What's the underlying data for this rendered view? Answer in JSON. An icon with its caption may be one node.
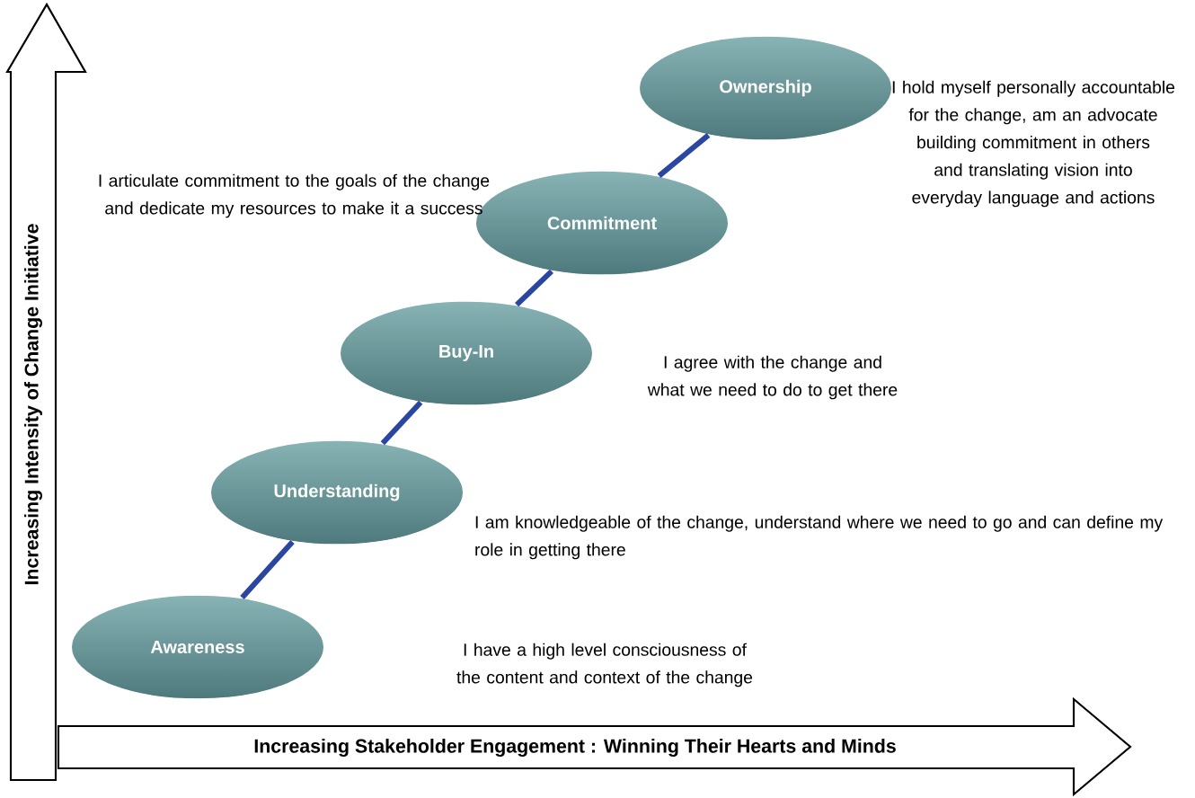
{
  "diagram": {
    "nodes": [
      {
        "text": [
          "Increasing Intensity of Change Initiative"
        ]
      },
      {
        "text": [
          "Ownership"
        ],
        "beside": [
          "I hold myself personally accountable for the change, am an advocate building commitment in others and translating vision into everyday language and actions"
        ]
      },
      {
        "text": [
          "Commitment"
        ],
        "beside": [
          "I articulate commitment to the goals of the change and dedicate my resources to make it a success"
        ]
      },
      {
        "text": [
          "Buy-In"
        ],
        "beside": [
          "I agree with the change and what we need to do to get there"
        ]
      },
      {
        "text": [
          "Understanding"
        ],
        "beside": [
          "I am knowledgeable of the change, understand where we need to go and can define my role in getting there"
        ]
      },
      {
        "text": [
          "Awareness"
        ]
      },
      {
        "text": [
          "Increasing Stakeholder Engagement : Winning Their Hearts and Minds"
        ]
      }
    ],
    "edges": [
      {
        "from": 5,
        "to": 4,
        "arrow": "none"
      },
      {
        "from": 4,
        "to": 3,
        "arrow": "none"
      },
      {
        "from": 3,
        "to": 2,
        "arrow": "none"
      },
      {
        "from": 2,
        "to": 1,
        "arrow": "none"
      }
    ],
    "labels": [
      "I have a high level consciousness of the content and context of the change"
    ]
  }
}
